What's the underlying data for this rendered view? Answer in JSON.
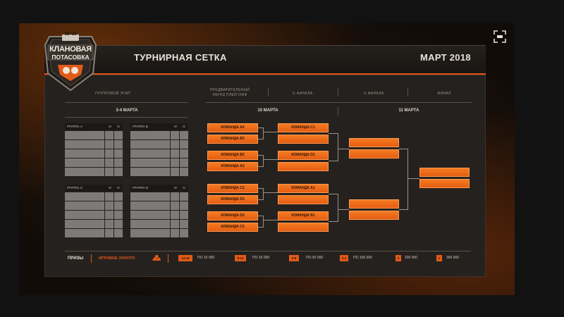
{
  "poster": {
    "logo": {
      "top_text": "15×15",
      "title_line1": "КЛАНОВАЯ",
      "title_line2": "ПОТАСОВКА"
    },
    "title": "ТУРНИРНАЯ СЕТКА",
    "date_label": "МАРТ 2018"
  },
  "columns": {
    "group_stage": "ГРУППОВОЙ ЭТАП",
    "prelim": "ПРЕДВАРИТЕЛЬНЫЙ РАУНД ПЛЕЙ-ОФФ",
    "quarter": "¼ ФИНАЛА",
    "semi": "½ ФИНАЛА",
    "final": "ФИНАЛ"
  },
  "dates": {
    "groups": "3-4 МАРТА",
    "playoff_day1": "10 МАРТА",
    "playoff_day2": "11 МАРТА"
  },
  "groups": [
    {
      "name": "ГРУППА A",
      "col_w": "И",
      "col_o": "О"
    },
    {
      "name": "ГРУППА B",
      "col_w": "И",
      "col_o": "О"
    },
    {
      "name": "ГРУППА C",
      "col_w": "И",
      "col_o": "О"
    },
    {
      "name": "ГРУППА D",
      "col_w": "И",
      "col_o": "О"
    }
  ],
  "prelim_teams": [
    "КОМАНДА A2",
    "КОМАНДА B3",
    "КОМАНДА B2",
    "КОМАНДА A3",
    "КОМАНДА C2",
    "КОМАНДА D3",
    "КОМАНДА D2",
    "КОМАНДА C3"
  ],
  "quarter_teams": [
    "КОМАНДА C1",
    "",
    "КОМАНДА D1",
    "",
    "КОМАНДА A1",
    "",
    "КОМАНДА B1",
    ""
  ],
  "prizes": {
    "label": "ПРИЗЫ",
    "currency": "ИГРОВОЕ ЗОЛОТО",
    "tiers": [
      {
        "places": "13-16",
        "amount": "ПО 15 000"
      },
      {
        "places": "9-12",
        "amount": "ПО 25 000"
      },
      {
        "places": "5-8",
        "amount": "ПО 50 000"
      },
      {
        "places": "3-4",
        "amount": "ПО 100 000"
      },
      {
        "places": "2",
        "amount": "200 000"
      },
      {
        "places": "1",
        "amount": "300 000"
      }
    ]
  },
  "colors": {
    "accent": "#e25a17",
    "panel": "#25211e",
    "empty_cell": "#7d7b79"
  },
  "icons": {
    "expand": "expand-icon",
    "gold": "gold-bars-icon",
    "logo": "clan-shield-logo"
  }
}
